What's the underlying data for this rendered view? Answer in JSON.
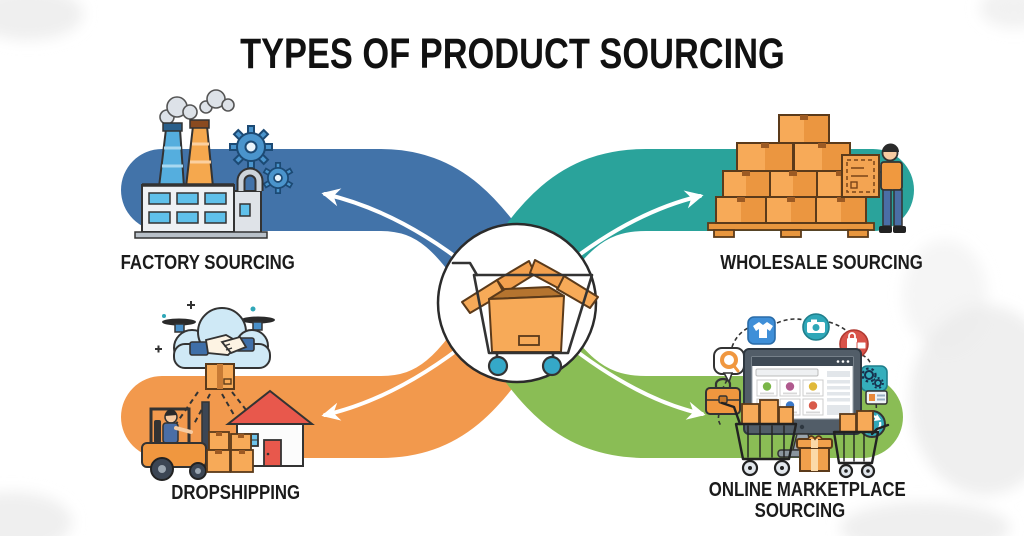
{
  "title": "TYPES OF PRODUCT SOURCING",
  "center": {
    "icon": "shopping-cart-with-open-box-icon"
  },
  "nodes": [
    {
      "id": "factory-sourcing",
      "label": "FACTORY SOURCING",
      "position": "top-left",
      "ribbon_color": "#4273a9",
      "arrow_direction": "left",
      "icon": "factory-icon"
    },
    {
      "id": "wholesale-sourcing",
      "label": "WHOLESALE SOURCING",
      "position": "top-right",
      "ribbon_color": "#2aa39b",
      "arrow_direction": "right",
      "icon": "pallet-boxes-worker-icon"
    },
    {
      "id": "dropshipping",
      "label": "DROPSHIPPING",
      "position": "bottom-left",
      "ribbon_color": "#f2994d",
      "arrow_direction": "left",
      "icon": "drone-forklift-house-icon"
    },
    {
      "id": "online-marketplace-sourcing",
      "label": "ONLINE MARKETPLACE SOURCING",
      "label_lines": [
        "ONLINE MARKETPLACE",
        "SOURCING"
      ],
      "position": "bottom-right",
      "ribbon_color": "#8abd55",
      "arrow_direction": "right",
      "icon": "ecommerce-monitor-carts-icon"
    }
  ],
  "colors": {
    "background": "#ffffff",
    "texture_gray": "#ebebeb",
    "title_text": "#111111",
    "label_text": "#1b1b1b",
    "ribbon_blue": "#4273a9",
    "ribbon_teal": "#2aa39b",
    "ribbon_orange": "#f2994d",
    "ribbon_green": "#8abd55",
    "arrow": "#ffffff",
    "outline": "#2f2f2f",
    "carton_orange": "#f7aa58",
    "carton_shade": "#eb9640",
    "carton_outline": "#5b3a1a",
    "window_blue": "#5fc0ea",
    "gear_blue": "#4a94cc",
    "cloud_blue": "#cfe9f6",
    "roof_red": "#e8584c",
    "teal_icon": "#2fa7b8",
    "red_icon": "#d9534a",
    "monitor_gray": "#525d68",
    "cart_wheel_teal": "#35a8c8"
  }
}
